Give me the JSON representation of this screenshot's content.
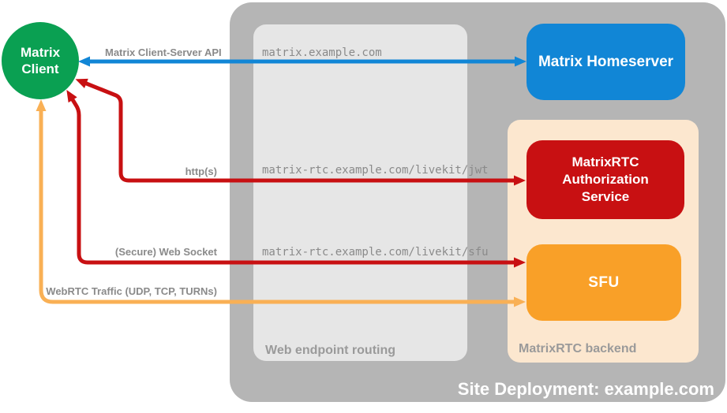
{
  "title": "Site Deployment: example.com",
  "nodes": {
    "client": {
      "label": "Matrix Client",
      "color": "#0aa052"
    },
    "homeserver": {
      "label": "Matrix Homeserver",
      "color": "#1186d6"
    },
    "auth_service": {
      "label": "MatrixRTC Authorization Service",
      "color": "#c81012"
    },
    "sfu": {
      "label": "SFU",
      "color": "#f9a028"
    }
  },
  "groups": {
    "web_endpoint_routing": {
      "label": "Web endpoint routing"
    },
    "matrixrtc_backend": {
      "label": "MatrixRTC backend"
    }
  },
  "edges": {
    "client_server_api": {
      "label": "Matrix Client-Server API",
      "endpoint": "matrix.example.com",
      "from": "client",
      "to": "homeserver",
      "bidirectional": true,
      "color": "#1186d6"
    },
    "https": {
      "label": "http(s)",
      "endpoint": "matrix-rtc.example.com/livekit/jwt",
      "from": "client",
      "to": "auth_service",
      "bidirectional": true,
      "color": "#c81012"
    },
    "websocket": {
      "label": "(Secure) Web Socket",
      "endpoint": "matrix-rtc.example.com/livekit/sfu",
      "from": "client",
      "to": "sfu",
      "bidirectional": true,
      "color": "#c81012"
    },
    "webrtc": {
      "label": "WebRTC Traffic (UDP, TCP, TURNs)",
      "from": "client",
      "to": "sfu",
      "bidirectional": true,
      "color": "#f9b055"
    }
  },
  "colors": {
    "canvas_bg": "#ffffff",
    "site_box": "#b5b5b5",
    "routing_box": "#e6e6e6",
    "backend_box": "#fce7cf",
    "client_green": "#0aa052",
    "homeserver_blue": "#1186d6",
    "service_red": "#c81012",
    "sfu_orange": "#f9a028",
    "webrtc_orange": "#f9b055",
    "label_gray": "#8a8a8a",
    "group_label_gray": "#9a9a9a",
    "node_text": "#ffffff"
  }
}
